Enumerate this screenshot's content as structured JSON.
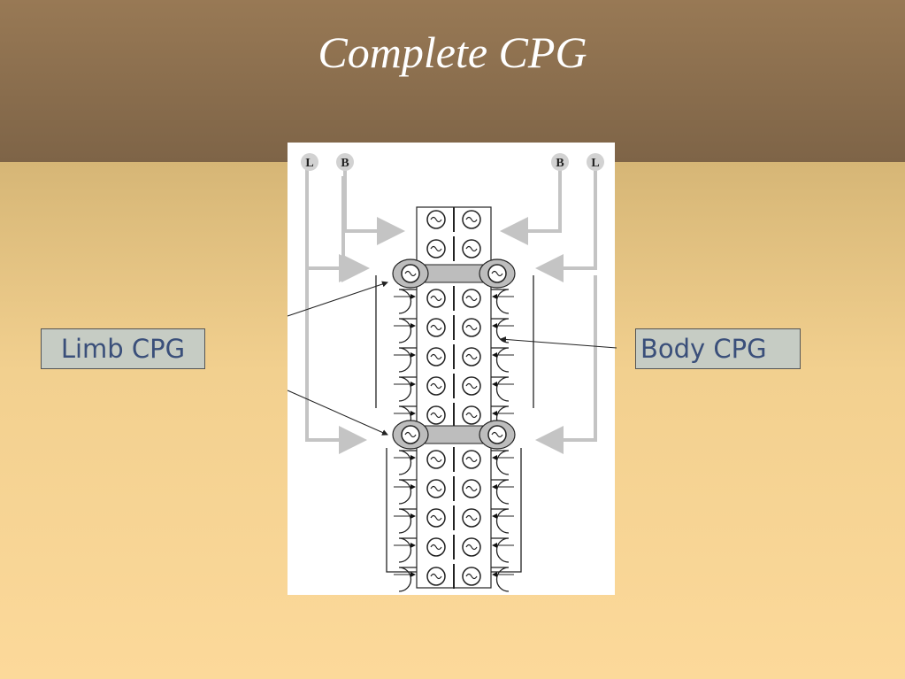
{
  "slide": {
    "title": "Complete CPG"
  },
  "labels": {
    "limb": "Limb CPG",
    "body": "Body CPG"
  },
  "figure": {
    "input_labels": {
      "limb": "L",
      "body": "B"
    },
    "segments_top_group": 2,
    "segments_middle_group": 5,
    "segments_bottom_group": 5
  },
  "colors": {
    "title_band": "#8b6e4e",
    "background": "#f7d595",
    "label_box": "#c6ccc4",
    "label_text": "#3a4f7a",
    "figure_grey": "#c4c4c4"
  }
}
